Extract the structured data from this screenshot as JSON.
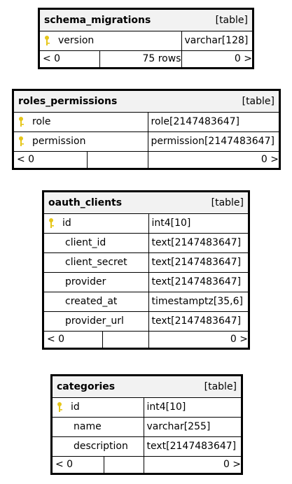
{
  "tables": {
    "schema_migrations": {
      "name": "schema_migrations",
      "type": "[table]",
      "rows": [
        {
          "name": "version",
          "type": "varchar[128]",
          "pk": true
        }
      ],
      "footer": {
        "prev": "< 0",
        "count": "75 rows",
        "next": "0 >"
      }
    },
    "roles_permissions": {
      "name": "roles_permissions",
      "type": "[table]",
      "rows": [
        {
          "name": "role",
          "type": "role[2147483647]",
          "pk": true
        },
        {
          "name": "permission",
          "type": "permission[2147483647]",
          "pk": true
        }
      ],
      "footer": {
        "prev": "< 0",
        "count": "",
        "next": "0 >"
      }
    },
    "oauth_clients": {
      "name": "oauth_clients",
      "type": "[table]",
      "rows": [
        {
          "name": "id",
          "type": "int4[10]",
          "pk": true
        },
        {
          "name": "client_id",
          "type": "text[2147483647]",
          "pk": false
        },
        {
          "name": "client_secret",
          "type": "text[2147483647]",
          "pk": false
        },
        {
          "name": "provider",
          "type": "text[2147483647]",
          "pk": false
        },
        {
          "name": "created_at",
          "type": "timestamptz[35,6]",
          "pk": false
        },
        {
          "name": "provider_url",
          "type": "text[2147483647]",
          "pk": false
        }
      ],
      "footer": {
        "prev": "< 0",
        "count": "",
        "next": "0 >"
      }
    },
    "categories": {
      "name": "categories",
      "type": "[table]",
      "rows": [
        {
          "name": "id",
          "type": "int4[10]",
          "pk": true
        },
        {
          "name": "name",
          "type": "varchar[255]",
          "pk": false
        },
        {
          "name": "description",
          "type": "text[2147483647]",
          "pk": false
        }
      ],
      "footer": {
        "prev": "< 0",
        "count": "",
        "next": "0 >"
      }
    }
  },
  "icons": {
    "primary_key": "key-icon",
    "key_color": "#e6c619"
  }
}
